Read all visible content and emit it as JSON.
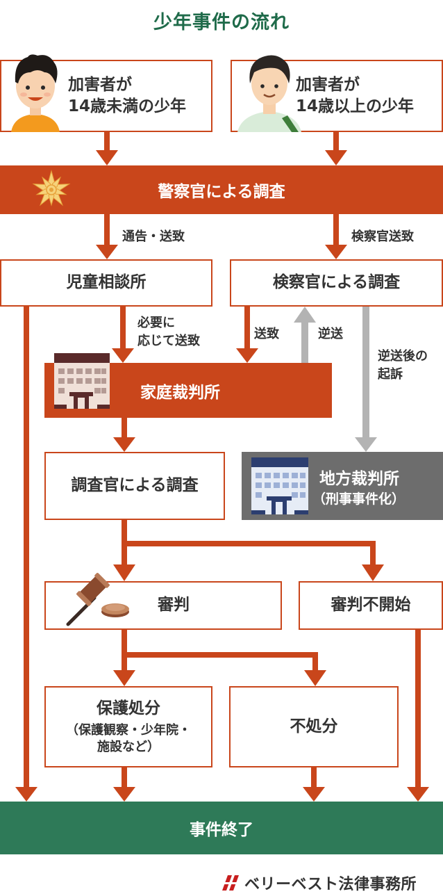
{
  "title": "少年事件の流れ",
  "boxes": {
    "under14_line1": "加害者が",
    "under14_line2": "14歳未満の少年",
    "over14_line1": "加害者が",
    "over14_line2": "14歳以上の少年",
    "police": "警察官による調査",
    "child_center": "児童相談所",
    "prosecutor": "検察官による調査",
    "family_court": "家庭裁判所",
    "district_court": "地方裁判所",
    "district_court_sub": "（刑事事件化）",
    "investigator": "調査官による調査",
    "trial": "審判",
    "no_trial": "審判不開始",
    "protective_title": "保護処分",
    "protective_sub1": "（保護観察・少年院・",
    "protective_sub2": "施設など）",
    "no_disposition": "不処分",
    "case_end": "事件終了"
  },
  "labels": {
    "notify_send": "通告・送致",
    "prosecutor_send": "検察官送致",
    "if_needed_1": "必要に",
    "if_needed_2": "応じて送致",
    "send": "送致",
    "reverse_send": "逆送",
    "after_reverse_1": "逆送後の",
    "after_reverse_2": "起訴"
  },
  "logo": {
    "text": "ベリーベスト法律事務所"
  },
  "colors": {
    "accent": "#c9461b",
    "green": "#2e7a58",
    "gray": "#6d6d6d",
    "arrow_gray": "#b3b3b3"
  }
}
